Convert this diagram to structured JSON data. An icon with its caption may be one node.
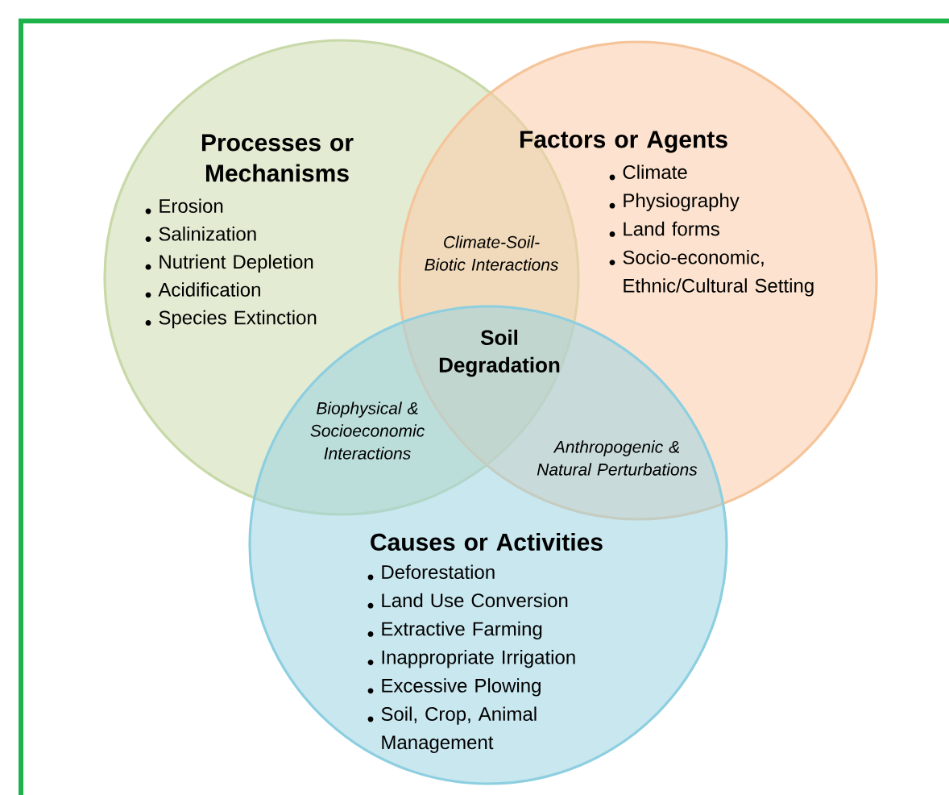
{
  "diagram": {
    "nodes": [
      {
        "text": [
          "Processes or Mechanisms",
          "Erosion",
          "Salinization",
          "Nutrient Depletion",
          "Acidification",
          "Species Extinction"
        ]
      },
      {
        "text": [
          "Factors or Agents",
          "Climate",
          "Physiography",
          "Land forms",
          "Socio-economic, Ethnic/Cultural Setting"
        ]
      },
      {
        "text": [
          "Causes or Activities",
          "Deforestation",
          "Land Use Conversion",
          "Extractive Farming",
          "Inappropriate Irrigation",
          "Excessive Plowing",
          "Soil, Crop, Animal Management"
        ]
      }
    ],
    "edges": [],
    "labels": [
      "Climate-Soil-Biotic Interactions",
      "Soil Degradation",
      "Biophysical & Socioeconomic Interactions",
      "Anthropogenic & Natural Perturbations"
    ]
  }
}
